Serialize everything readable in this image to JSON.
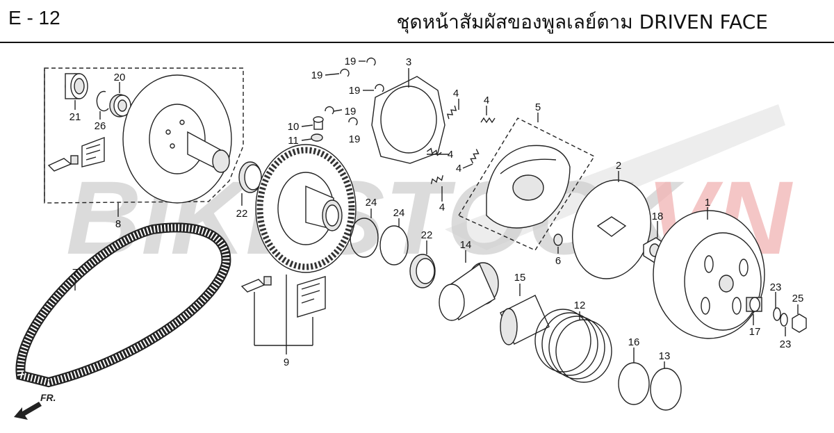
{
  "header": {
    "page_code": "E - 12",
    "title": "ชุดหน้าสัมผัสของพูลเลย์ตาม  DRIVEN FACE"
  },
  "watermark": {
    "text_a": "BIKESTOCK.",
    "text_b": "VN",
    "color_a": "#cfcfcf",
    "color_b": "#f2b8b8"
  },
  "direction_label": "FR.",
  "part_labels": {
    "p2": "2",
    "p3": "3",
    "p4a": "4",
    "p4b": "4",
    "p4c": "4",
    "p4d": "4",
    "p4e": "4",
    "p5": "5",
    "p6": "6",
    "p7": "7",
    "p8": "8",
    "p9": "9",
    "p10": "10",
    "p11": "11",
    "p12": "12",
    "p13": "13",
    "p14": "14",
    "p15": "15",
    "p16": "16",
    "p17": "17",
    "p18": "18",
    "p1": "1",
    "p19a": "19",
    "p19b": "19",
    "p19c": "19",
    "p19d": "19",
    "p19e": "19",
    "p20": "20",
    "p21": "21",
    "p22a": "22",
    "p22b": "22",
    "p23a": "23",
    "p23b": "23",
    "p24a": "24",
    "p24b": "24",
    "p25": "25",
    "p26": "26"
  }
}
